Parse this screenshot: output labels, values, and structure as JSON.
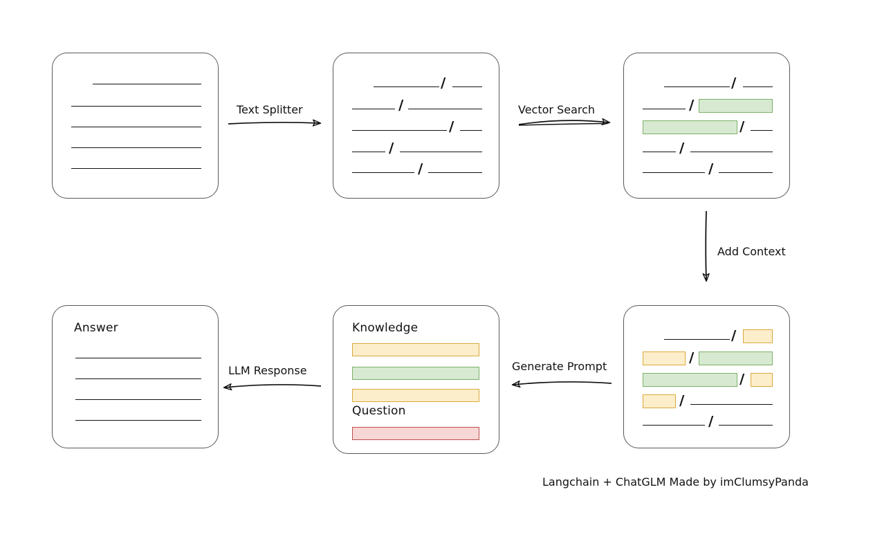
{
  "diagram": {
    "caption": "Langchain + ChatGLM Made by imClumsyPanda",
    "colors": {
      "box_border": "#585858",
      "line": "#111111",
      "highlight_yellow_fill": "#fdeecb",
      "highlight_yellow_border": "#d9a93c",
      "highlight_green_fill": "#d8e9d1",
      "highlight_green_border": "#7cb068",
      "highlight_red_fill": "#f7d6d6",
      "highlight_red_border": "#bf4f4c"
    },
    "nodes": {
      "source_document": {
        "title": "",
        "kind": "plain-document"
      },
      "split_chunks": {
        "title": "",
        "kind": "split-document"
      },
      "matched_chunks": {
        "title": "",
        "kind": "split-document-green"
      },
      "context_chunks": {
        "title": "",
        "kind": "split-document-mixed"
      },
      "prompt": {
        "knowledge_label": "Knowledge",
        "question_label": "Question",
        "knowledge_bars": [
          "yellow",
          "green",
          "yellow"
        ],
        "question_bars": [
          "red"
        ]
      },
      "answer": {
        "title": "Answer",
        "line_count": 4
      }
    },
    "edges": {
      "text_splitter": {
        "label": "Text Splitter",
        "direction": "right"
      },
      "vector_search": {
        "label": "Vector Search",
        "direction": "right"
      },
      "add_context": {
        "label": "Add Context",
        "direction": "down"
      },
      "generate_prompt": {
        "label": "Generate Prompt",
        "direction": "left"
      },
      "llm_response": {
        "label": "LLM Response",
        "direction": "left"
      }
    }
  }
}
